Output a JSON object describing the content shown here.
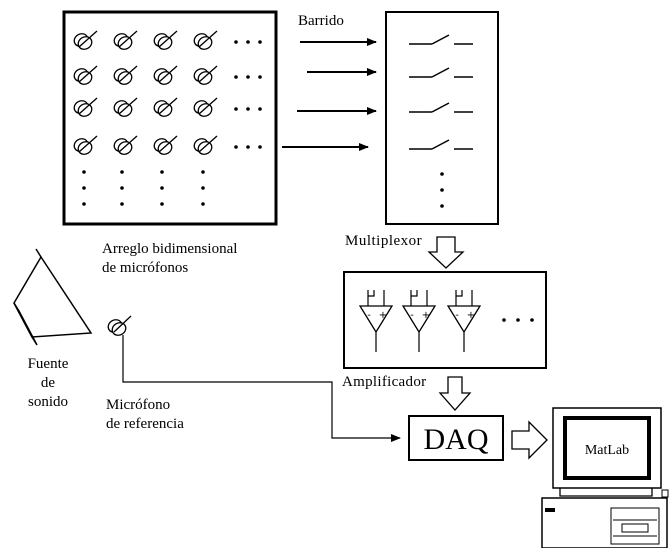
{
  "labels": {
    "barrido": "Barrido",
    "array_line1": "Arreglo bidimensional",
    "array_line2": "de micrófonos",
    "multiplexor": "Multiplexor",
    "amplificador": "Amplificador",
    "fuente_line1": "Fuente",
    "fuente_line2": "de",
    "fuente_line3": "sonido",
    "ref_line1": "Micrófono",
    "ref_line2": "de referencia",
    "daq": "DAQ",
    "matlab": "MatLab",
    "ellipsis": "• • •",
    "opamp_minus": "-",
    "opamp_plus": "+"
  }
}
